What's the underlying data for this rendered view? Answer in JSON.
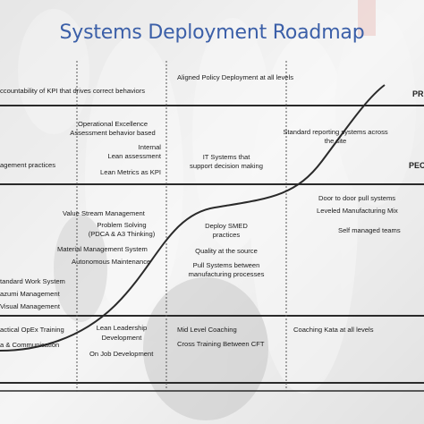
{
  "title": "Systems Deployment Roadmap",
  "row_labels": [
    "PR",
    "PEC"
  ],
  "col1": {
    "row1": [
      "ccountability  of KPI that drives correct behaviors"
    ],
    "row2": [
      "agement  practices"
    ],
    "row3": [
      "tandard Work System",
      "azumi  Management",
      "Visual Management"
    ],
    "row4": [
      "actical OpEx Training",
      "a & Communication"
    ]
  },
  "col2": {
    "row2": [
      "Operational Excellence",
      "Assessment behavior based",
      "Internal",
      "Lean assessment",
      "Lean Metrics as KPI"
    ],
    "row3": [
      "Value Stream Management",
      "Problem Solving",
      "(PDCA & A3 Thinking)",
      "Material Management System",
      "Autonomous Maintenance"
    ],
    "row4": [
      "Lean Leadership",
      "Development",
      "On Job Development"
    ]
  },
  "col3": {
    "row1": [
      "Aligned Policy Deployment at all levels"
    ],
    "row2": [
      "IT Systems that",
      "support decision making"
    ],
    "row3": [
      "Deploy SMED",
      "practices",
      "Quality at the source",
      "Pull Systems between",
      "manufacturing processes"
    ],
    "row4": [
      "Mid Level Coaching",
      "Cross Training Between CFT"
    ]
  },
  "col4": {
    "row2": [
      "Standard reporting systems across",
      "the site"
    ],
    "row3": [
      "Door to door pull systems",
      "Leveled Manufacturing Mix",
      "Self managed teams"
    ],
    "row4": [
      "Coaching Kata at all levels"
    ]
  },
  "colors": {
    "title": "#3b5fa8",
    "lines": "#2a2a2a",
    "background": "#dcdcdc"
  }
}
